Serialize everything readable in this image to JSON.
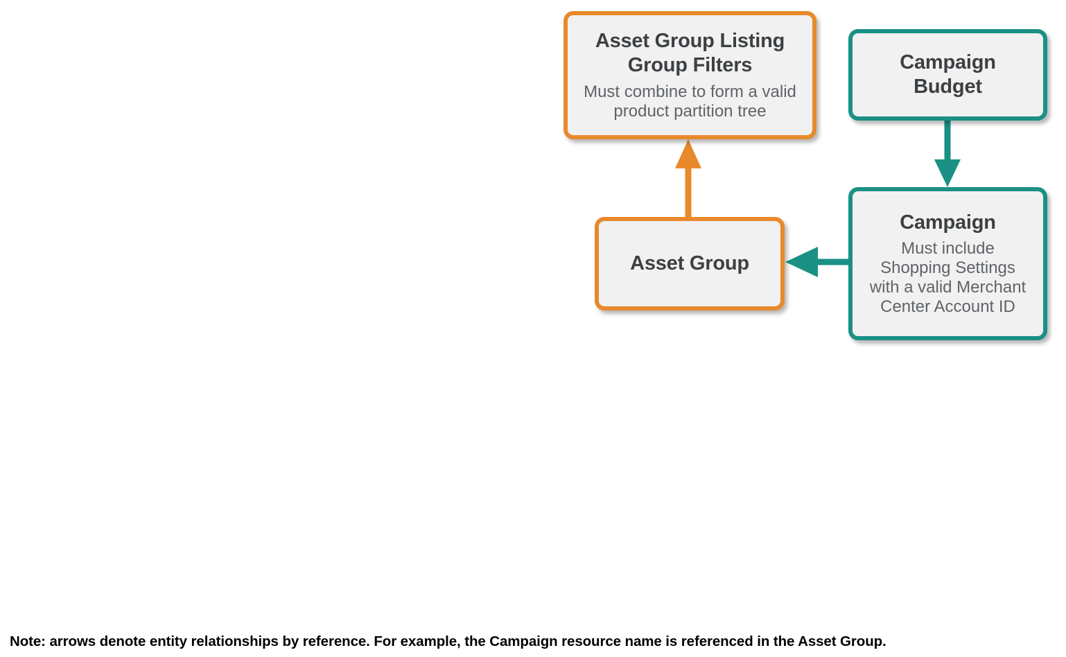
{
  "diagram": {
    "colors": {
      "orange": "#e8892b",
      "teal": "#1a9184",
      "node_fill": "#f1f1f1",
      "title_text": "#3c4043",
      "desc_text": "#5f6368",
      "note_text": "#000000",
      "background": "#ffffff"
    },
    "nodes": [
      {
        "id": "asset-group-listing-group-filters",
        "title": "Asset Group Listing\nGroup Filters",
        "description": "Must combine to form a valid\nproduct partition tree",
        "accent": "orange"
      },
      {
        "id": "campaign-budget",
        "title": "Campaign\nBudget",
        "description": "",
        "accent": "teal"
      },
      {
        "id": "asset-group",
        "title": "Asset Group",
        "description": "",
        "accent": "orange"
      },
      {
        "id": "campaign",
        "title": "Campaign",
        "description": "Must include\nShopping Settings\nwith a valid Merchant\nCenter Account ID",
        "accent": "teal"
      }
    ],
    "edges": [
      {
        "id": "asset-group-to-listing-group-filters",
        "from": "asset-group",
        "to": "asset-group-listing-group-filters",
        "direction": "up",
        "color": "#e8892b"
      },
      {
        "id": "campaign-budget-to-campaign",
        "from": "campaign-budget",
        "to": "campaign",
        "direction": "down",
        "color": "#1a9184"
      },
      {
        "id": "campaign-to-asset-group",
        "from": "campaign",
        "to": "asset-group",
        "direction": "left",
        "color": "#1a9184"
      }
    ],
    "note": "Note: arrows denote entity relationships by reference. For example, the Campaign resource name is referenced in the Asset Group."
  }
}
